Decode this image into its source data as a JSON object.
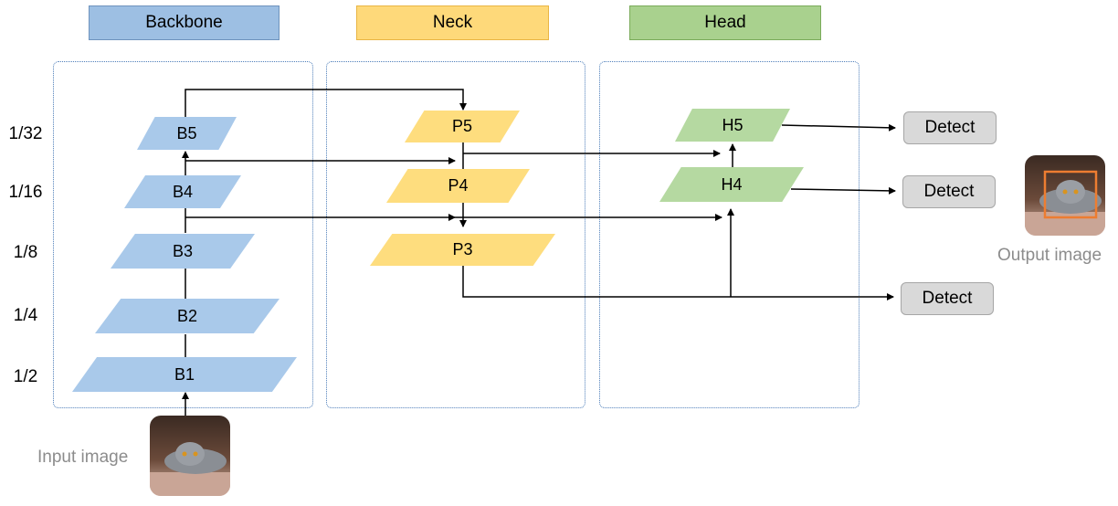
{
  "headers": {
    "backbone": "Backbone",
    "neck": "Neck",
    "head": "Head"
  },
  "scales": [
    "1/32",
    "1/16",
    "1/8",
    "1/4",
    "1/2"
  ],
  "backbone": [
    "B5",
    "B4",
    "B3",
    "B2",
    "B1"
  ],
  "neck": [
    "P5",
    "P4",
    "P3"
  ],
  "head": [
    "H5",
    "H4"
  ],
  "detect_label": "Detect",
  "input_caption": "Input image",
  "output_caption": "Output image",
  "colors": {
    "backbone": "#a9c9ea",
    "neck": "#fedd7e",
    "head": "#b5d9a1",
    "detect": "#d9d9d9",
    "box": "#ed7d31"
  }
}
